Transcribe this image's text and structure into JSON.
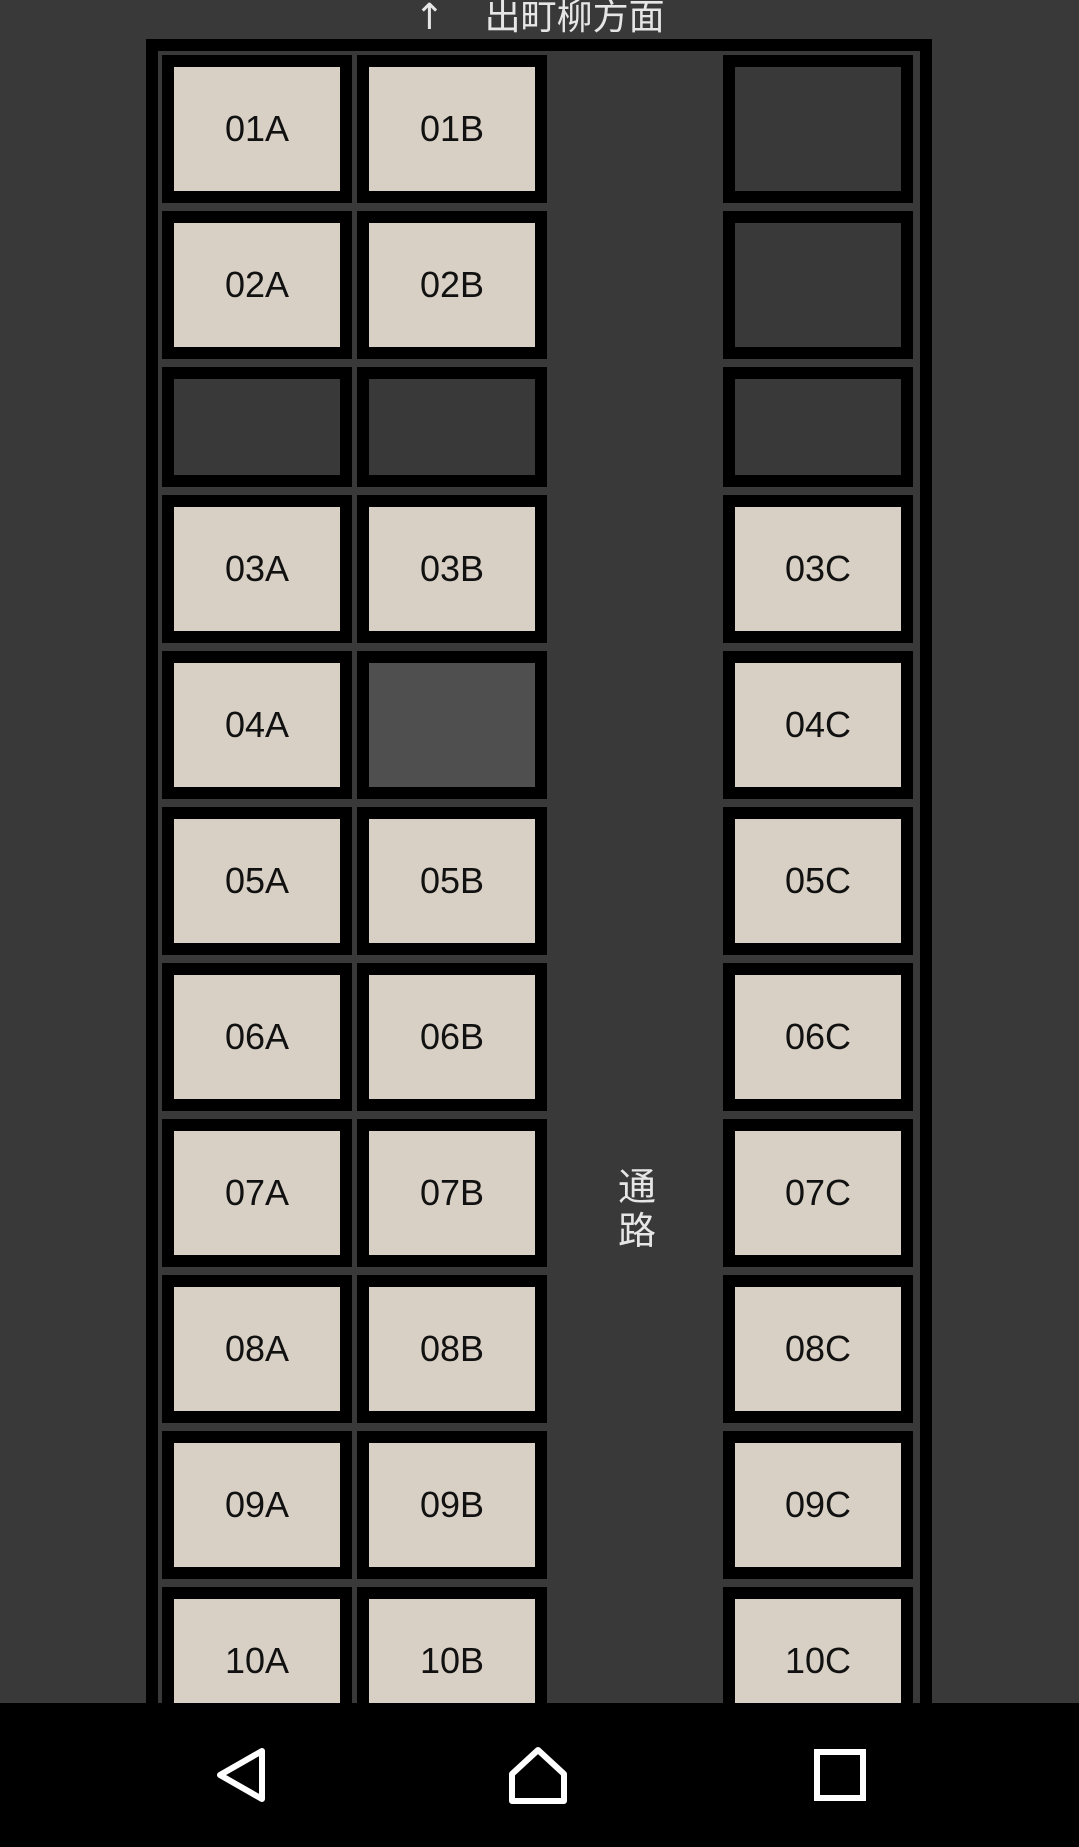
{
  "header": {
    "arrow": "↑",
    "direction": "出町柳方面"
  },
  "aisle_label": "通\n路",
  "rows": [
    {
      "A": "01A",
      "B": "01B",
      "C": ""
    },
    {
      "A": "02A",
      "B": "02B",
      "C": ""
    },
    {
      "A": "",
      "B": "",
      "C": ""
    },
    {
      "A": "03A",
      "B": "03B",
      "C": "03C"
    },
    {
      "A": "04A",
      "B": "",
      "C": "04C"
    },
    {
      "A": "05A",
      "B": "05B",
      "C": "05C"
    },
    {
      "A": "06A",
      "B": "06B",
      "C": "06C"
    },
    {
      "A": "07A",
      "B": "07B",
      "C": "07C"
    },
    {
      "A": "08A",
      "B": "08B",
      "C": "08C"
    },
    {
      "A": "09A",
      "B": "09B",
      "C": "09C"
    },
    {
      "A": "10A",
      "B": "10B",
      "C": "10C"
    }
  ],
  "seat_states": [
    [
      "available",
      "available",
      "empty"
    ],
    [
      "available",
      "available",
      "empty"
    ],
    [
      "empty",
      "empty",
      "empty"
    ],
    [
      "available",
      "available",
      "available"
    ],
    [
      "available",
      "taken",
      "available"
    ],
    [
      "available",
      "available",
      "available"
    ],
    [
      "available",
      "available",
      "available"
    ],
    [
      "available",
      "available",
      "available"
    ],
    [
      "available",
      "available",
      "available"
    ],
    [
      "available",
      "available",
      "available"
    ],
    [
      "available",
      "available",
      "available"
    ]
  ],
  "navigation": {
    "back": "back-icon",
    "home": "home-icon",
    "recents": "recents-icon"
  },
  "colors": {
    "background": "#393939",
    "seat_available": "#d8d0c4",
    "seat_taken": "#4f4f4f",
    "frame": "#000000"
  }
}
